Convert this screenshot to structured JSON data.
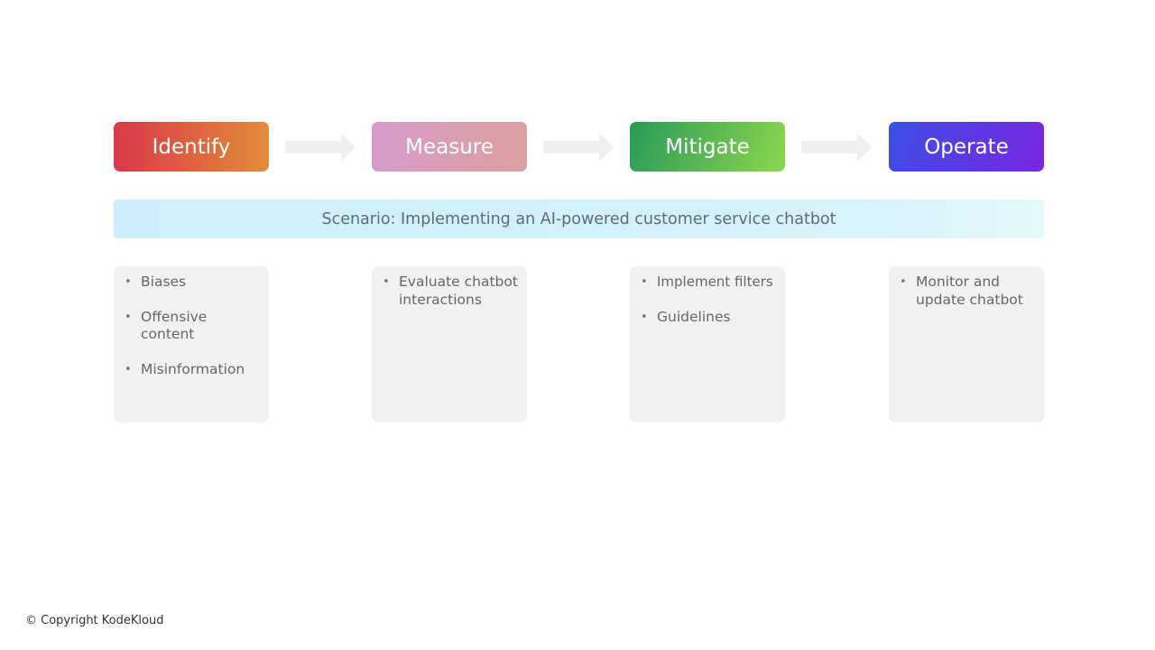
{
  "steps": [
    {
      "label": "Identify",
      "colors": [
        "#d9384a",
        "#e48c38"
      ]
    },
    {
      "label": "Measure",
      "colors": [
        "#d69bcb",
        "#dba09d"
      ]
    },
    {
      "label": "Mitigate",
      "colors": [
        "#2a9a58",
        "#8cd64e"
      ]
    },
    {
      "label": "Operate",
      "colors": [
        "#3d4ee6",
        "#7a26e0"
      ]
    }
  ],
  "scenario": "Scenario: Implementing an AI-powered customer service chatbot",
  "cards": [
    {
      "items": [
        "Biases",
        "Offensive content",
        "Misinformation"
      ]
    },
    {
      "items": [
        "Evaluate chatbot interactions"
      ]
    },
    {
      "items": [
        "Implement filters",
        "Guidelines"
      ]
    },
    {
      "items": [
        "Monitor and update chatbot"
      ]
    }
  ],
  "copyright": "© Copyright KodeKloud"
}
